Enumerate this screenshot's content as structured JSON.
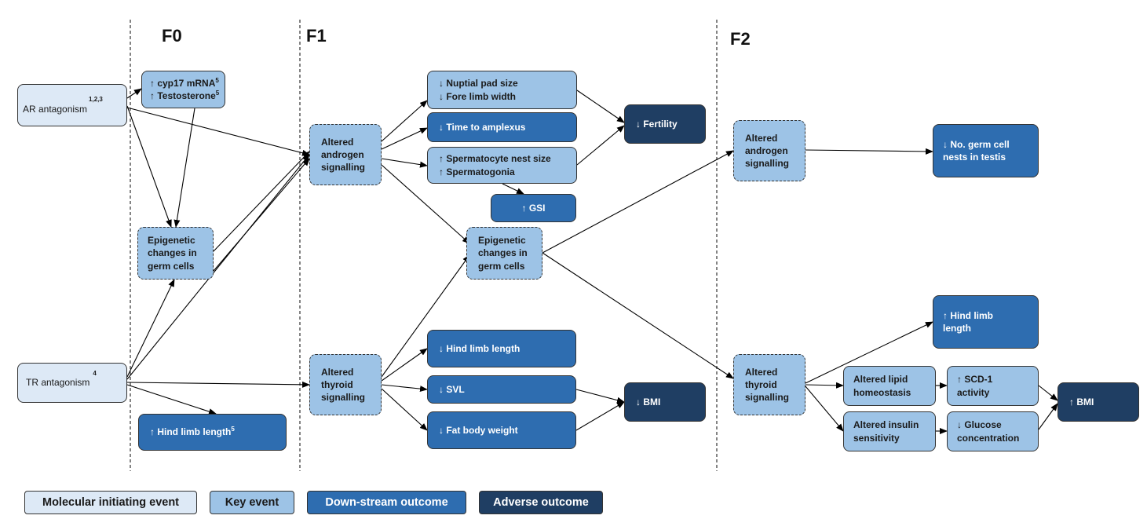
{
  "generations": [
    "F0",
    "F1",
    "F2"
  ],
  "nodes": {
    "ar_antagonism": {
      "text": "AR antagonism",
      "sup": "1,2,3"
    },
    "tr_antagonism": {
      "text": "TR antagonism",
      "sup": "4"
    },
    "f0_cyp17": {
      "line1": "↑ cyp17 mRNA",
      "line1_sup": "5",
      "line2": "↑ Testosterone",
      "line2_sup": "5"
    },
    "f0_epigenetic": {
      "lines": [
        "Epigenetic",
        "changes in",
        "germ cells"
      ]
    },
    "f0_hindlimb": {
      "text": "↑ Hind limb length",
      "sup": "5"
    },
    "f1_androgen": {
      "lines": [
        "Altered",
        "androgen",
        "signalling"
      ]
    },
    "f1_thyroid": {
      "lines": [
        "Altered",
        "thyroid",
        "signalling"
      ]
    },
    "f1_nuptial": {
      "lines": [
        "↓ Nuptial pad size",
        "↓ Fore limb width"
      ]
    },
    "f1_amplexus": {
      "text": "↓ Time to amplexus"
    },
    "f1_spermatocyte": {
      "lines": [
        "↑ Spermatocyte nest size",
        "↑ Spermatogonia"
      ]
    },
    "f1_gsi": {
      "text": "↑ GSI"
    },
    "f1_epigenetic": {
      "lines": [
        "Epigenetic",
        "changes in",
        "germ cells"
      ]
    },
    "f1_fertility": {
      "text": "↓ Fertility"
    },
    "f1_hindlimb": {
      "text": "↓ Hind limb length"
    },
    "f1_svl": {
      "text": "↓ SVL"
    },
    "f1_fatbody": {
      "text": "↓ Fat body weight"
    },
    "f1_bmi": {
      "text": "↓ BMI"
    },
    "f2_androgen": {
      "lines": [
        "Altered",
        "androgen",
        "signalling"
      ]
    },
    "f2_germcell": {
      "lines": [
        "↓ No. germ cell",
        "nests in testis"
      ]
    },
    "f2_hindlimb": {
      "lines": [
        "↑ Hind limb",
        "length"
      ]
    },
    "f2_thyroid": {
      "lines": [
        "Altered",
        "thyroid",
        "signalling"
      ]
    },
    "f2_lipid": {
      "lines": [
        "Altered lipid",
        "homeostasis"
      ]
    },
    "f2_scd1": {
      "lines": [
        "↑ SCD-1",
        "activity"
      ]
    },
    "f2_insulin": {
      "lines": [
        "Altered insulin",
        "sensitivity"
      ]
    },
    "f2_glucose": {
      "lines": [
        "↓ Glucose",
        "concentration"
      ]
    },
    "f2_bmi": {
      "text": "↑ BMI"
    }
  },
  "legend": {
    "molecular": "Molecular initiating event",
    "key": "Key event",
    "downstream": "Down-stream outcome",
    "adverse": "Adverse outcome"
  },
  "colors": {
    "molecular_initiating_event": "#dde9f6",
    "key_event": "#9dc3e6",
    "down_stream_outcome": "#2e6db0",
    "adverse_outcome": "#1f3e63"
  }
}
